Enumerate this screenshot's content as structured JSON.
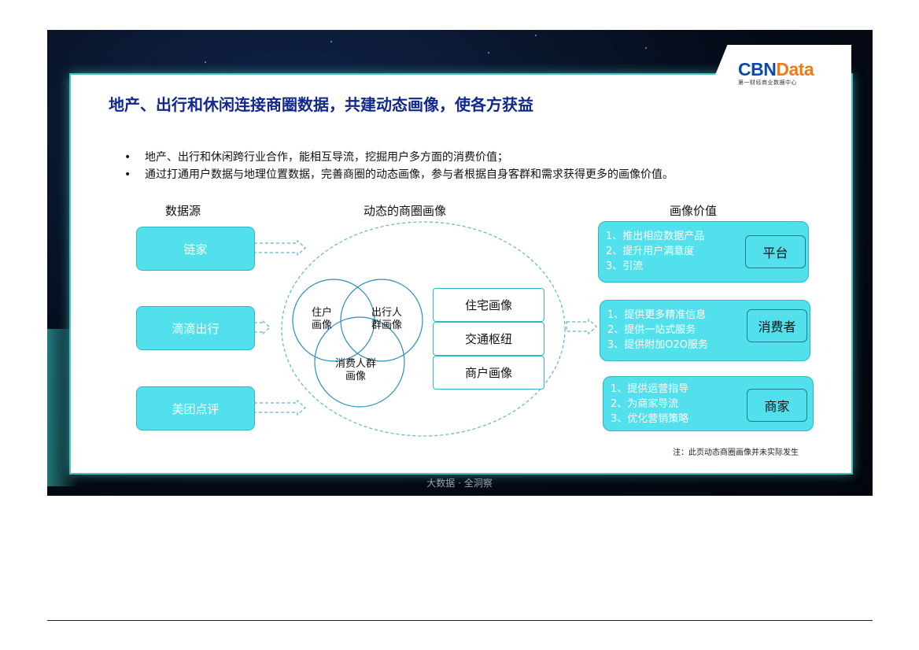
{
  "logo": {
    "brand_main": "CBN",
    "brand_accent": "Data",
    "subtitle": "第一财经商业数据中心"
  },
  "title": "地产、出行和休闲连接商圈数据，共建动态画像，使各方获益",
  "bullets": [
    "地产、出行和休闲跨行业合作，能相互导流，挖掘用户多方面的消费价值；",
    "通过打通用户数据与地理位置数据，完善商圈的动态画像，参与者根据自身客群和需求获得更多的画像价值。"
  ],
  "bullet_symbol": "•",
  "columns": {
    "sources": "数据源",
    "dynamic": "动态的商圈画像",
    "value": "画像价值"
  },
  "sources": [
    "链家",
    "滴滴出行",
    "美团点评"
  ],
  "venn": {
    "residence": {
      "line1": "住户",
      "line2": "画像"
    },
    "travel": {
      "line1": "出行人",
      "line2": "群画像"
    },
    "consumer": {
      "line1": "消费人群",
      "line2": "画像"
    }
  },
  "portraits": [
    "住宅画像",
    "交通枢纽",
    "商户画像"
  ],
  "values": [
    {
      "tag": "平台",
      "lines": [
        "1、推出相应数据产品",
        "2、提升用户满意度",
        "3、引流"
      ]
    },
    {
      "tag": "消费者",
      "lines": [
        "1、提供更多精准信息",
        "2、提供一站式服务",
        "3、提供附加O2O服务"
      ]
    },
    {
      "tag": "商家",
      "lines": [
        "1、提供运营指导",
        "2、为商家导流",
        "3、优化营销策略"
      ]
    }
  ],
  "note": "注：此页动态商圈画像并未实际发生",
  "footer": "大数据 · 全洞察",
  "colors": {
    "box_fill": "#52e0ec",
    "box_border": "#2fb7c3",
    "title": "#12298c",
    "brand_blue": "#0d4aa6",
    "brand_orange": "#f07a18"
  }
}
